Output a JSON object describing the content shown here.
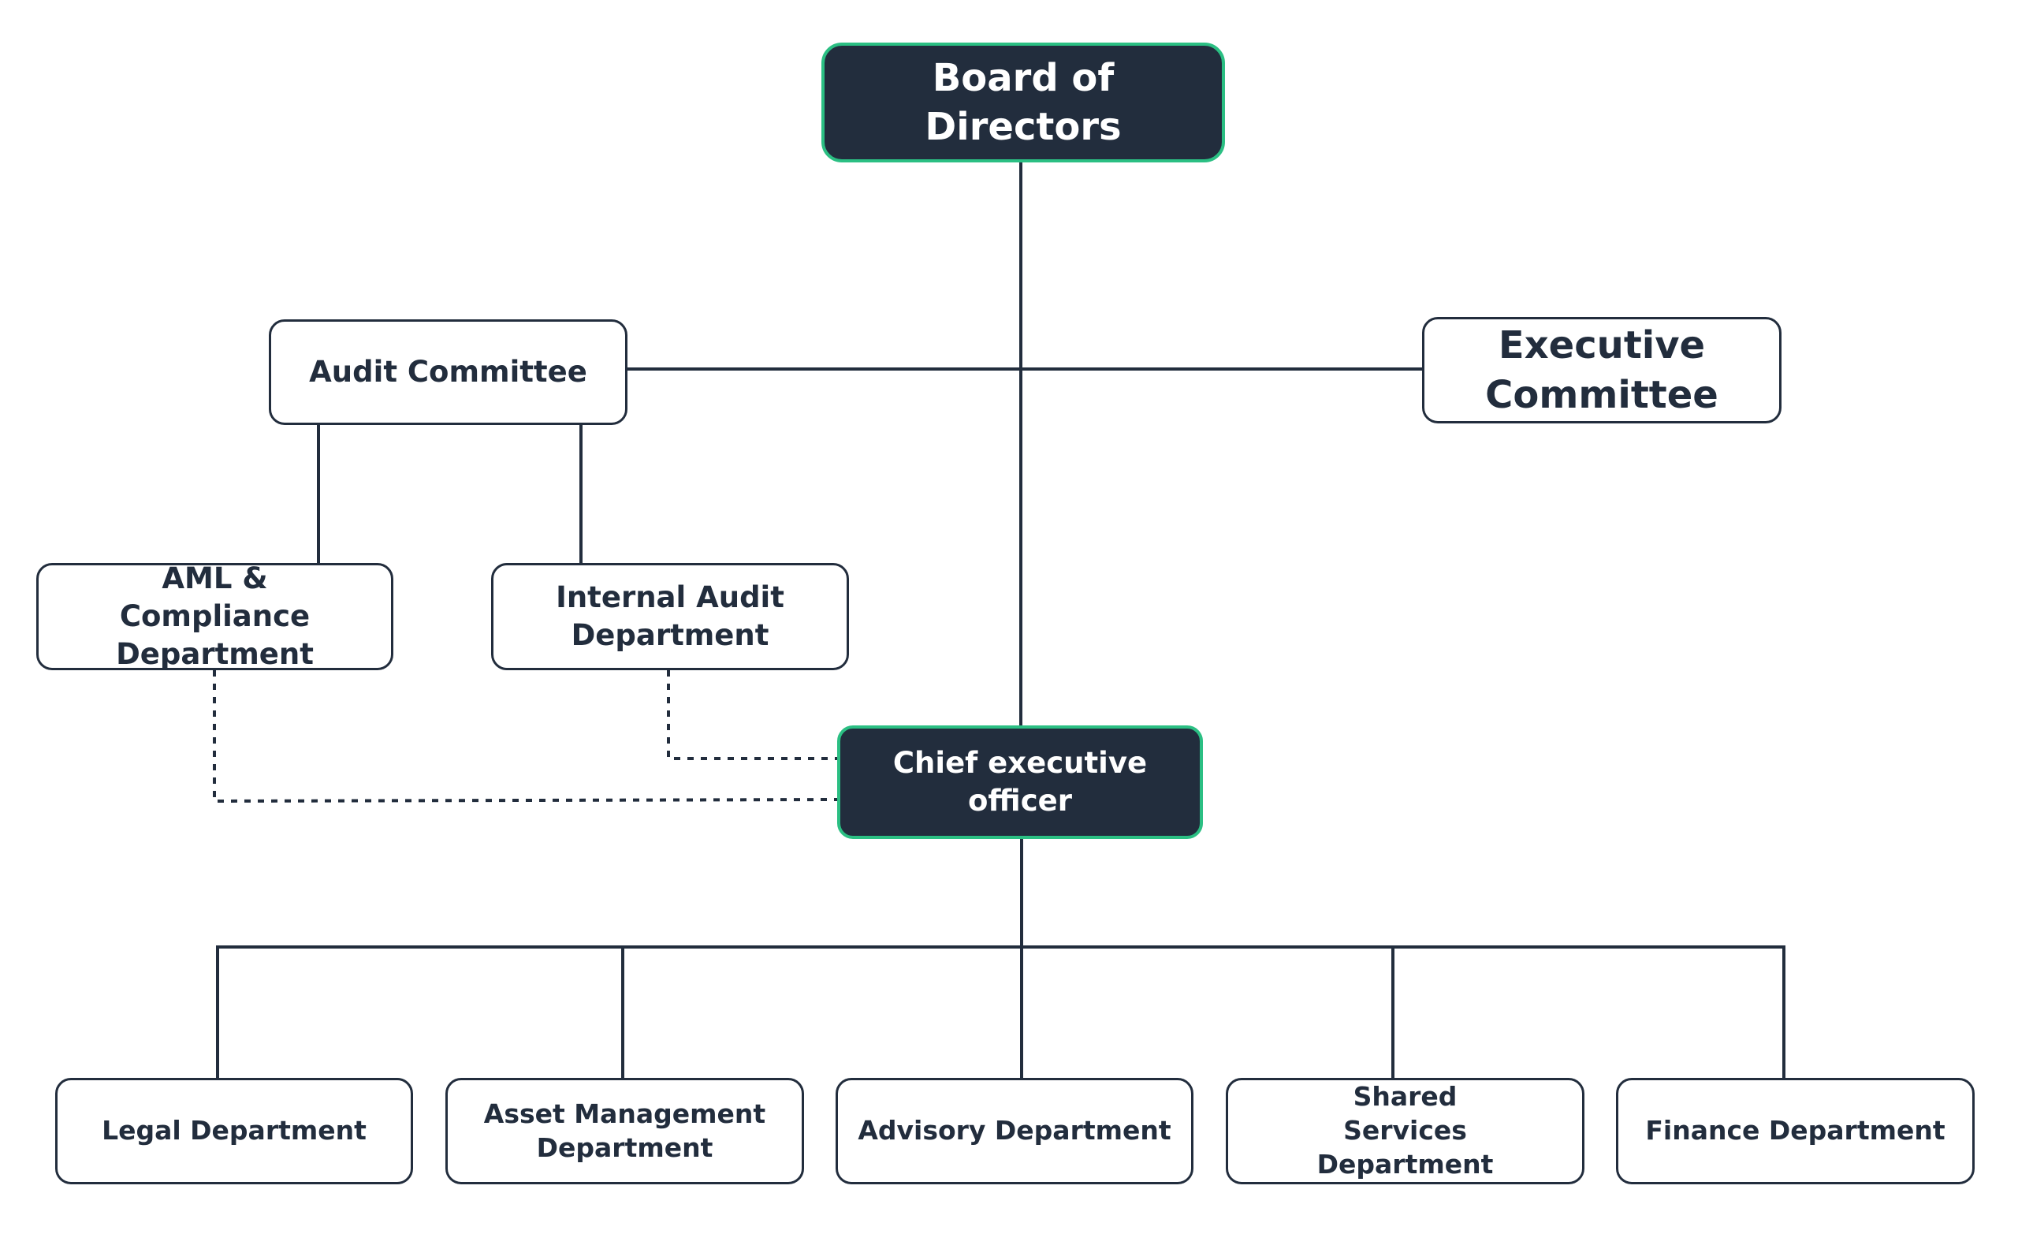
{
  "colors": {
    "line": "#222d3d",
    "dark_fill": "#222d3d",
    "accent_border": "#2bbf83",
    "light_fill": "#ffffff"
  },
  "nodes": {
    "board": "Board of Directors",
    "audit_committee": "Audit Committee",
    "executive_committee": "Executive Committee",
    "aml_compliance": "AML & Compliance Department",
    "internal_audit": "Internal Audit Department",
    "ceo": "Chief executive officer",
    "legal": "Legal Department",
    "asset_management": "Asset Management Department",
    "advisory": "Advisory Department",
    "shared_services": "Shared Services Department",
    "finance": "Finance Department"
  },
  "connections": [
    {
      "from": "board",
      "to": "audit_committee",
      "style": "solid"
    },
    {
      "from": "board",
      "to": "executive_committee",
      "style": "solid"
    },
    {
      "from": "board",
      "to": "ceo",
      "style": "solid"
    },
    {
      "from": "audit_committee",
      "to": "aml_compliance",
      "style": "solid"
    },
    {
      "from": "audit_committee",
      "to": "internal_audit",
      "style": "solid"
    },
    {
      "from": "aml_compliance",
      "to": "ceo",
      "style": "dashed"
    },
    {
      "from": "internal_audit",
      "to": "ceo",
      "style": "dashed"
    },
    {
      "from": "ceo",
      "to": "legal",
      "style": "solid"
    },
    {
      "from": "ceo",
      "to": "asset_management",
      "style": "solid"
    },
    {
      "from": "ceo",
      "to": "advisory",
      "style": "solid"
    },
    {
      "from": "ceo",
      "to": "shared_services",
      "style": "solid"
    },
    {
      "from": "ceo",
      "to": "finance",
      "style": "solid"
    }
  ]
}
